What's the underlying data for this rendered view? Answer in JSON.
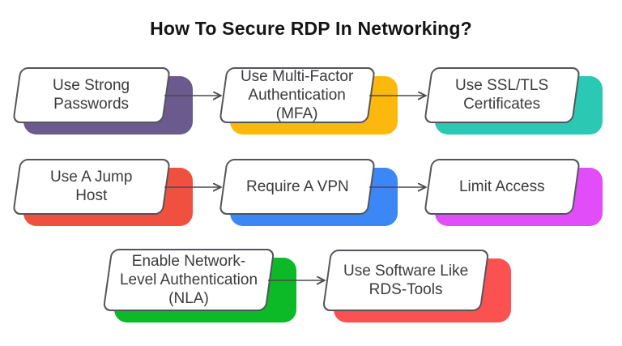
{
  "title": "How To Secure RDP In Networking?",
  "diagram": {
    "type": "flowchart",
    "arrow_color": "#4a4a4a",
    "box_border_color": "#54555a",
    "box_background": "#ffffff",
    "box_text_color": "#3b3b3b"
  },
  "nodes": [
    {
      "id": "use-strong-passwords",
      "label": "Use Strong\nPasswords",
      "accent": "#6a5a8e",
      "row": 1,
      "col": 1
    },
    {
      "id": "use-mfa",
      "label": "Use Multi-Factor\nAuthentication\n(MFA)",
      "accent": "#fdb80d",
      "row": 1,
      "col": 2
    },
    {
      "id": "use-ssl-tls",
      "label": "Use SSL/TLS\nCertificates",
      "accent": "#2bc8b4",
      "row": 1,
      "col": 3
    },
    {
      "id": "use-jump-host",
      "label": "Use A Jump\nHost",
      "accent": "#f05040",
      "row": 2,
      "col": 1
    },
    {
      "id": "require-vpn",
      "label": "Require A VPN",
      "accent": "#3b87f5",
      "row": 2,
      "col": 2
    },
    {
      "id": "limit-access",
      "label": "Limit Access",
      "accent": "#e04df9",
      "row": 2,
      "col": 3
    },
    {
      "id": "enable-nla",
      "label": "Enable Network-\nLevel Authentication\n(NLA)",
      "accent": "#0cba28",
      "row": 3,
      "col": 1
    },
    {
      "id": "use-rds-tools",
      "label": "Use Software Like\nRDS-Tools",
      "accent": "#fc5151",
      "row": 3,
      "col": 2
    }
  ],
  "connections": [
    {
      "from": "use-strong-passwords",
      "to": "use-mfa"
    },
    {
      "from": "use-mfa",
      "to": "use-ssl-tls"
    },
    {
      "from": "use-jump-host",
      "to": "require-vpn"
    },
    {
      "from": "require-vpn",
      "to": "limit-access"
    },
    {
      "from": "enable-nla",
      "to": "use-rds-tools"
    }
  ]
}
